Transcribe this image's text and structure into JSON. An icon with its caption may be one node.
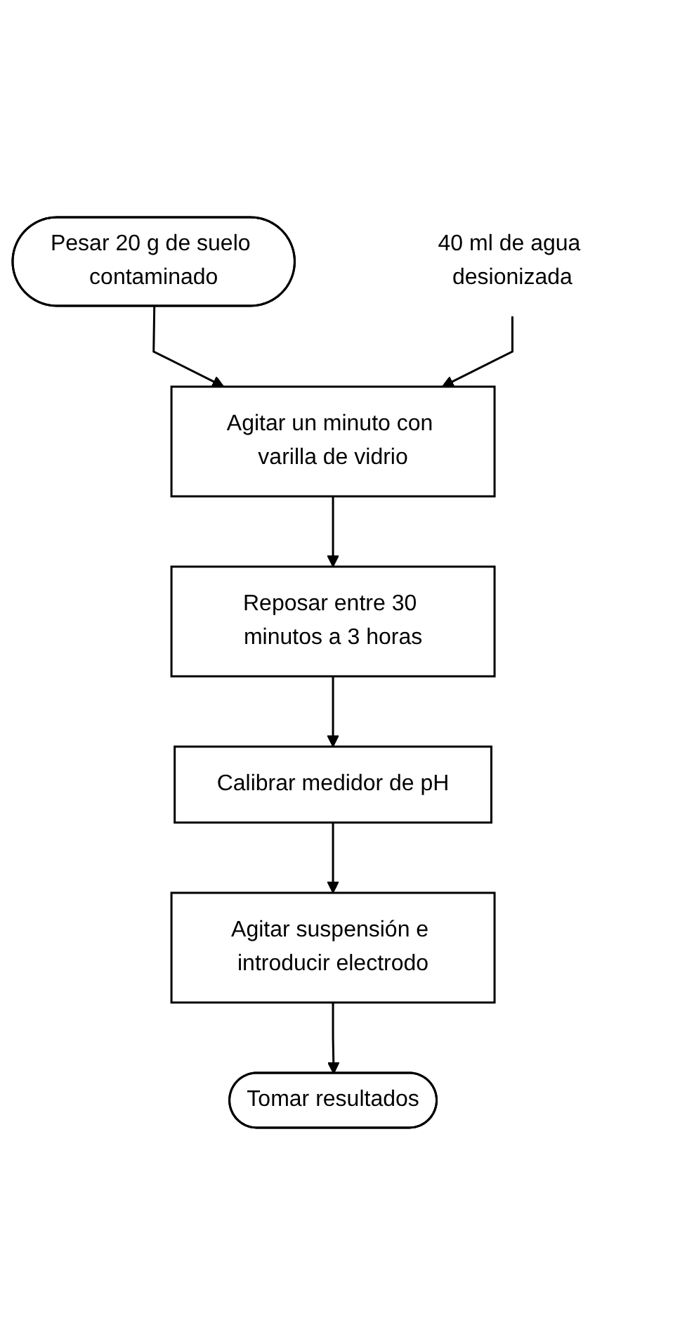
{
  "diagram": {
    "nodes": [
      {
        "text": [
          "Pesar 20 g de suelo contaminado"
        ]
      },
      {
        "text": [
          "40 ml de agua desionizada"
        ]
      },
      {
        "text": [
          "Agitar un minuto con varilla de vidrio"
        ]
      },
      {
        "text": [
          "Reposar entre 30 minutos a 3 horas"
        ]
      },
      {
        "text": [
          "Calibrar medidor de pH"
        ]
      },
      {
        "text": [
          "Agitar suspensión e introducir electrodo"
        ]
      },
      {
        "text": [
          "Tomar resultados"
        ]
      }
    ],
    "edges": [
      {
        "from": 0,
        "to": 2,
        "arrow": "to"
      },
      {
        "from": 1,
        "to": 2,
        "arrow": "to"
      },
      {
        "from": 2,
        "to": 3,
        "arrow": "to"
      },
      {
        "from": 3,
        "to": 4,
        "arrow": "to"
      },
      {
        "from": 4,
        "to": 5,
        "arrow": "to"
      },
      {
        "from": 5,
        "to": 6,
        "arrow": "to"
      }
    ]
  }
}
